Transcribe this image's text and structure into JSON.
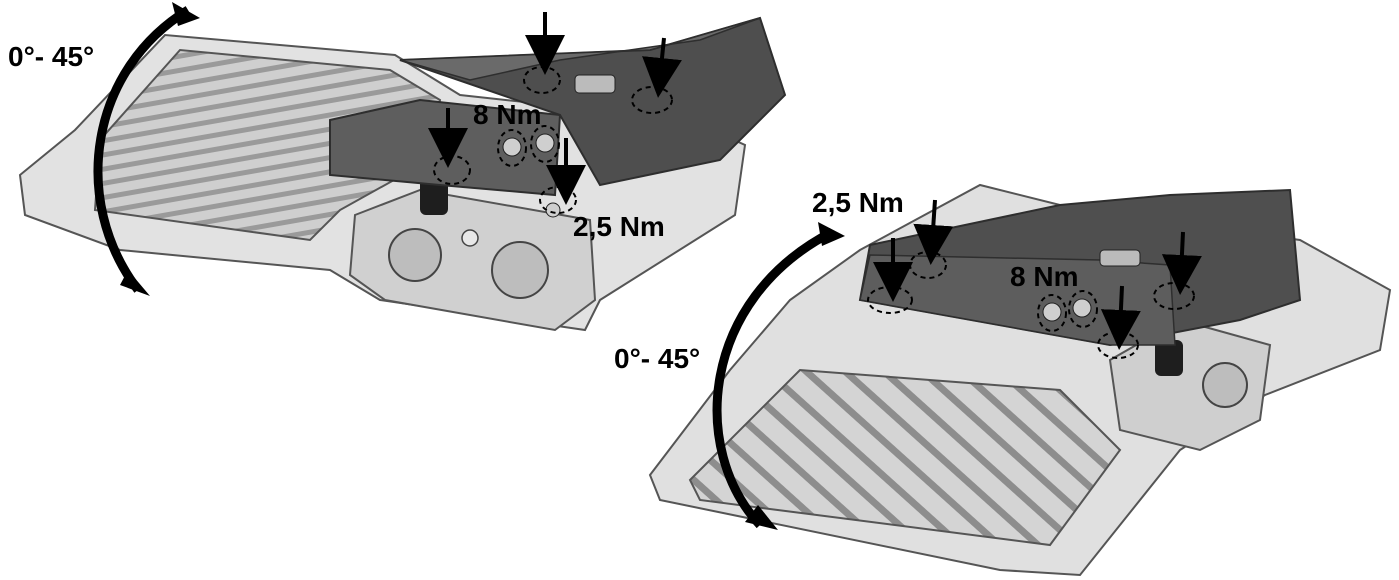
{
  "left_fixture": {
    "tilt_label": "0°- 45°",
    "torque_large": "8 Nm",
    "torque_small": "2,5 Nm"
  },
  "right_fixture": {
    "tilt_label": "0°- 45°",
    "torque_large": "8 Nm",
    "torque_small": "2,5 Nm"
  },
  "colors": {
    "housing_light": "#d9d9d9",
    "housing_mid": "#b5b5b5",
    "housing_line": "#555555",
    "bracket_dark": "#5a5a5a",
    "bracket_darker": "#3f3f3f",
    "arrow": "#000000"
  }
}
